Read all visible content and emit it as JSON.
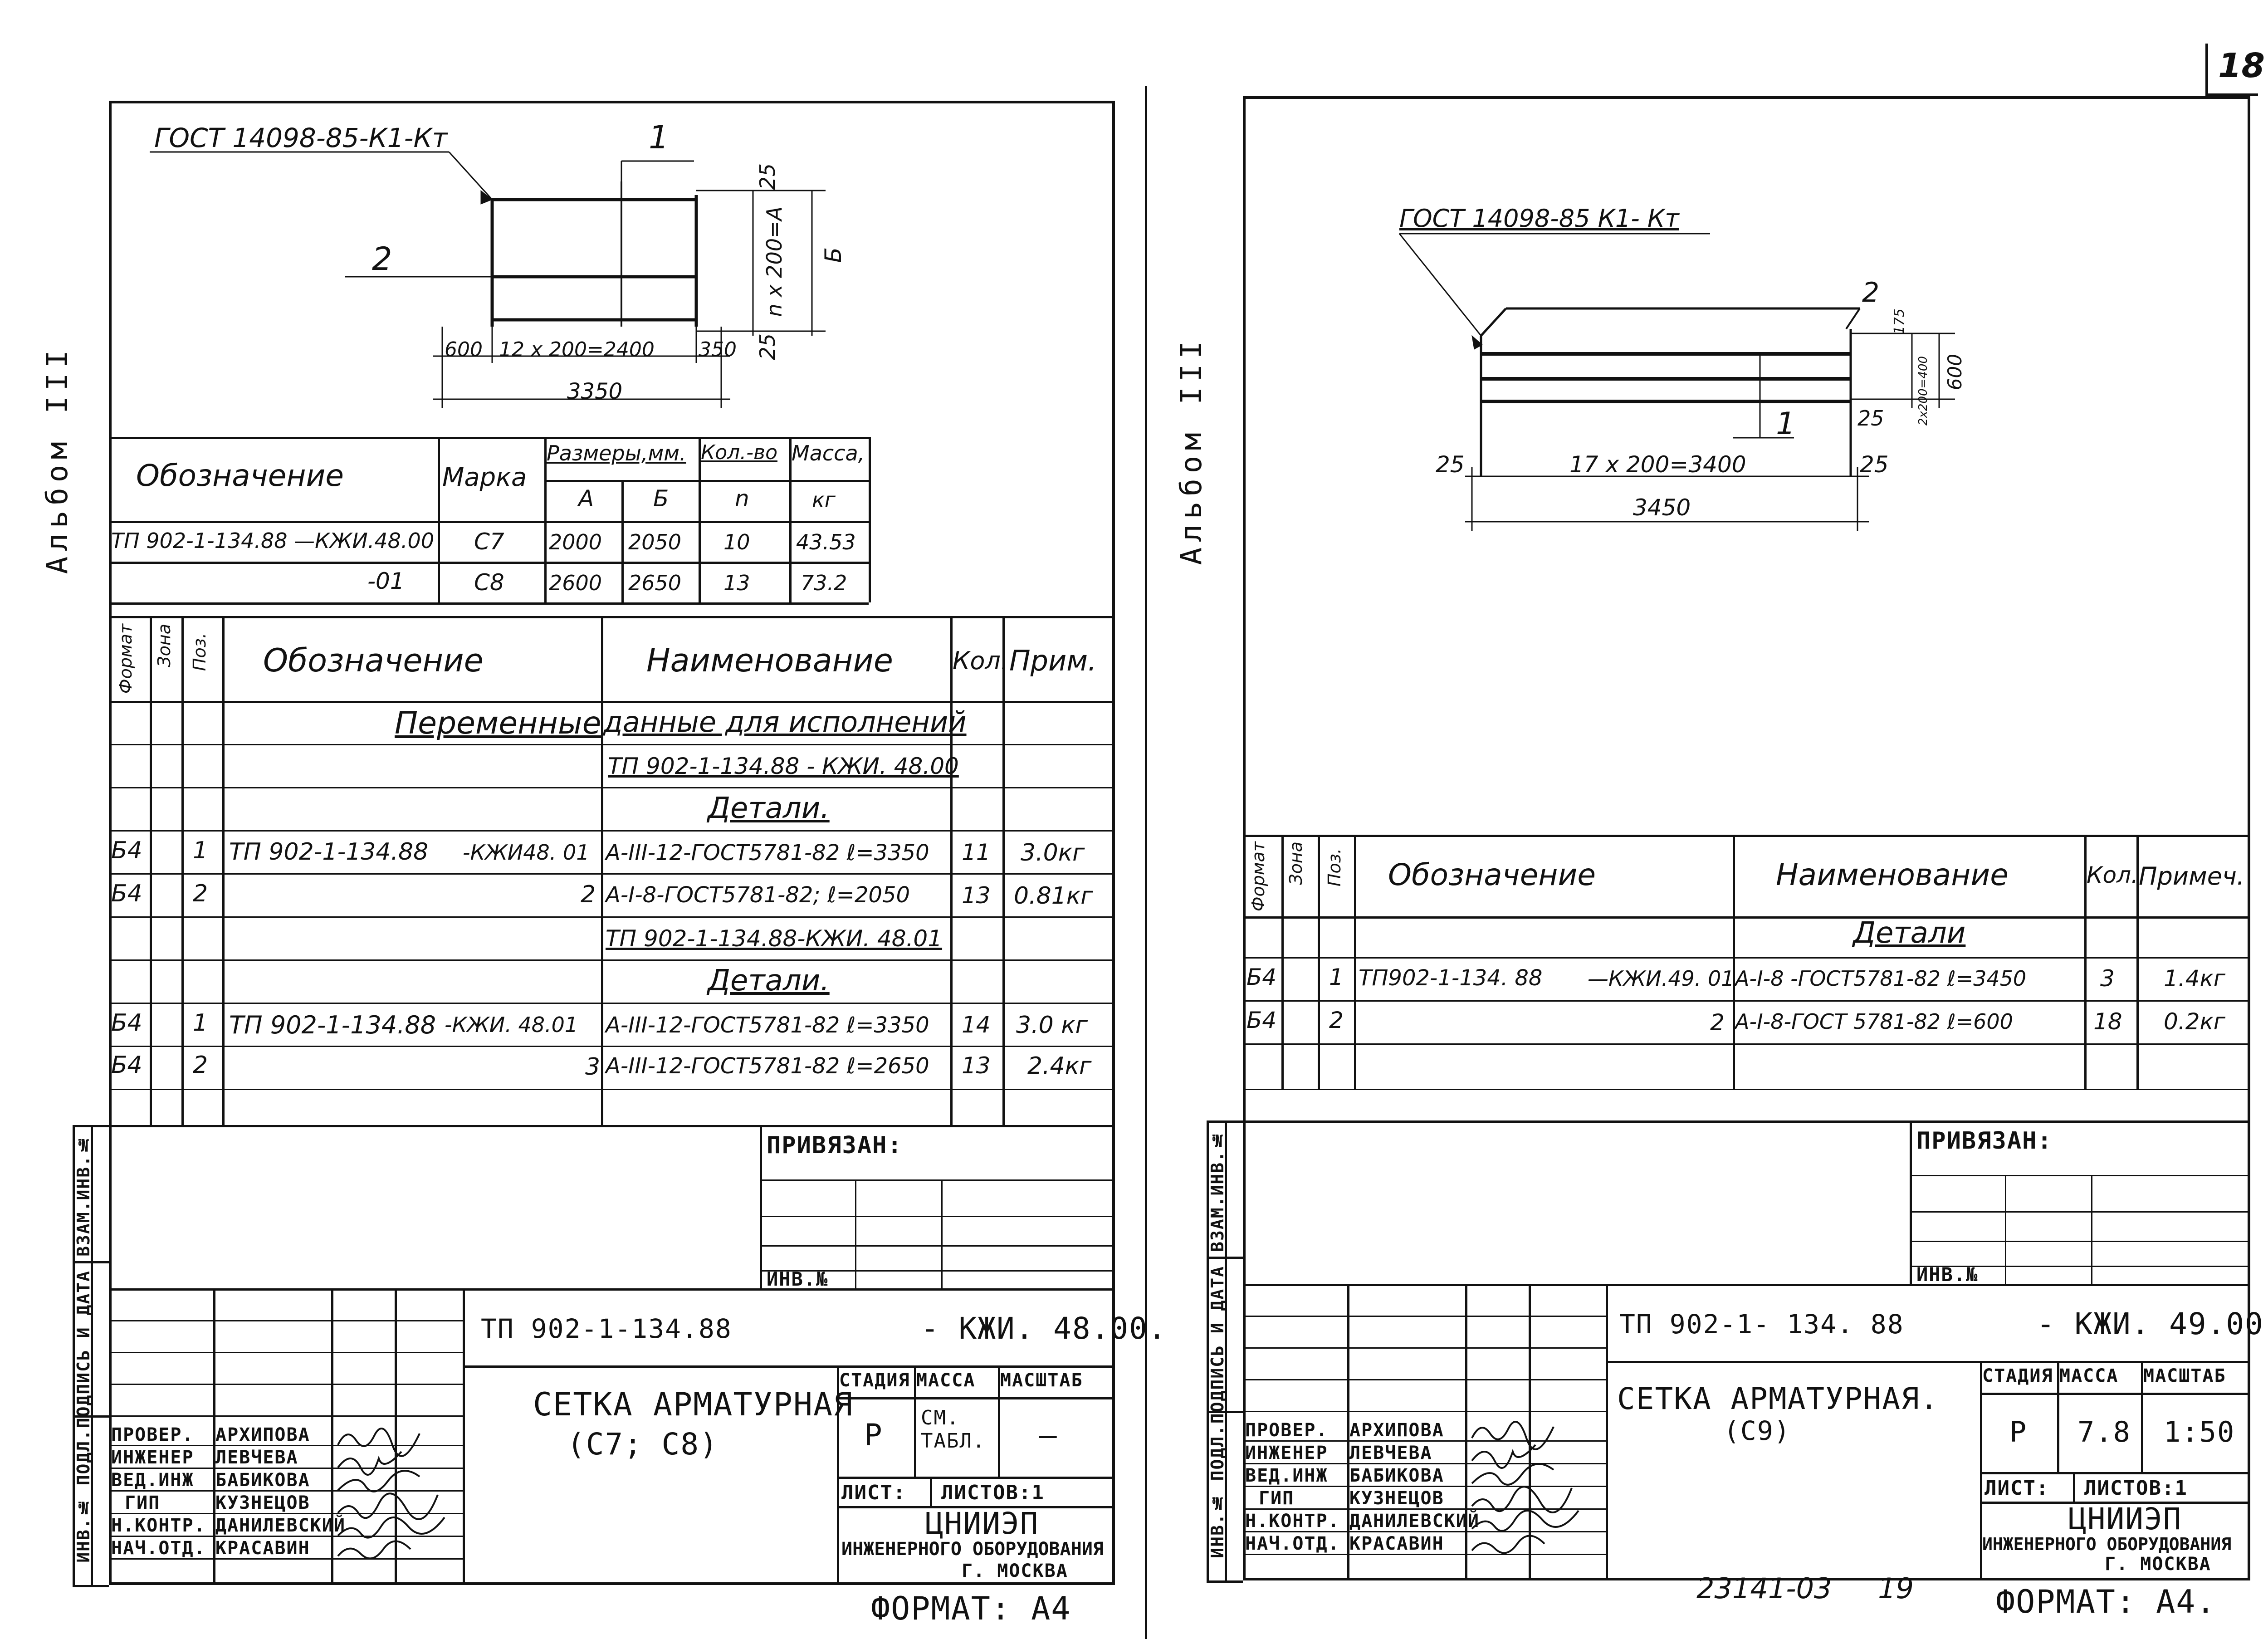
{
  "page_number": "18",
  "bottom_stamp": {
    "left": "23141-03",
    "right": "19"
  },
  "left": {
    "album": "Альбом III",
    "drawing": {
      "gost_label": "ГОСТ 14098-85-К1-Кт",
      "callout_1": "1",
      "callout_2": "2",
      "dim_top": "25",
      "dim_right_inner": "n x 200=А",
      "dim_right_outer": "Б",
      "dim_bottom_right": "25",
      "dim_600": "600",
      "dim_span": "12 x 200=2400",
      "dim_350": "350",
      "dim_total": "3350"
    },
    "top_table": {
      "h_designation": "Обозначение",
      "h_mark": "Марка",
      "h_sizes": "Размеры,мм.",
      "h_a": "А",
      "h_b": "Б",
      "h_count": "Кол.-во",
      "h_count_sub": "n",
      "h_mass": "Масса,",
      "h_mass_sub": "кг",
      "rows": [
        {
          "designation": "ТП 902-1-134.88 —КЖИ.48.00",
          "mark": "С7",
          "a": "2000",
          "b": "2050",
          "n": "10",
          "mass": "43.53"
        },
        {
          "designation": "-01",
          "mark": "С8",
          "a": "2600",
          "b": "2650",
          "n": "13",
          "mass": "73.2"
        }
      ]
    },
    "spec": {
      "h_format": "Формат",
      "h_zone": "Зона",
      "h_pos": "Поз.",
      "h_designation": "Обозначение",
      "h_name": "Наименование",
      "h_qty": "Кол.",
      "h_note": "Прим.",
      "var_left": "Переменные",
      "var_right": "данные для исполнений",
      "sub1": "ТП 902-1-134.88 - КЖИ. 48.00",
      "det1": "Детали.",
      "rows1": [
        {
          "format": "Б4",
          "pos": "1",
          "designation": "ТП 902-1-134.88",
          "suffix": "-КЖИ48. 01",
          "name": "А-III-12-ГОСТ5781-82 ℓ=3350",
          "qty": "11",
          "note": "3.0кг"
        },
        {
          "format": "Б4",
          "pos": "2",
          "designation": "",
          "suffix": "2",
          "name": "А-I-8-ГОСТ5781-82; ℓ=2050",
          "qty": "13",
          "note": "0.81кг"
        }
      ],
      "sub2": "ТП 902-1-134.88-КЖИ. 48.01",
      "det2": "Детали.",
      "rows2": [
        {
          "format": "Б4",
          "pos": "1",
          "designation": "ТП 902-1-134.88",
          "suffix": "-КЖИ. 48.01",
          "name": "А-III-12-ГОСТ5781-82 ℓ=3350",
          "qty": "14",
          "note": "3.0 кг"
        },
        {
          "format": "Б4",
          "pos": "2",
          "designation": "",
          "suffix": "3",
          "name": "А-III-12-ГОСТ5781-82 ℓ=2650",
          "qty": "13",
          "note": "2.4кг"
        }
      ]
    },
    "side_labels": [
      "ИНВ.№ ПОДЛ.",
      "ПОДПИСЬ И ДАТА",
      "ВЗАМ.ИНВ.№"
    ],
    "privyazan": "ПРИВЯЗАН:",
    "inv": "ИНВ.№",
    "title_block": {
      "code": "ТП 902-1-134.88",
      "code_suffix": "- КЖИ. 48.00.",
      "title": "СЕТКА АРМАТУРНАЯ",
      "subtitle": "(С7; С8)",
      "h_stage": "СТАДИЯ",
      "h_mass": "МАССА",
      "h_scale": "МАСШТАБ",
      "stage": "Р",
      "mass": "СМ. ТАБЛ.",
      "scale": "—",
      "sheet": "ЛИСТ:",
      "sheets": "ЛИСТОВ:1",
      "org1": "ЦНИИЭП",
      "org2": "ИНЖЕНЕРНОГО ОБОРУДОВАНИЯ",
      "org3": "Г. МОСКВА",
      "people": [
        {
          "role": "ПРОВЕР.",
          "name": "АРХИПОВА"
        },
        {
          "role": "ИНЖЕНЕР",
          "name": "ЛЕВЧЕВА"
        },
        {
          "role": "ВЕД.ИНЖ",
          "name": "БАБИКОВА"
        },
        {
          "role": "ГИП",
          "name": "КУЗНЕЦОВ"
        },
        {
          "role": "Н.КОНТР.",
          "name": "ДАНИЛЕВСКИЙ"
        },
        {
          "role": "НАЧ.ОТД.",
          "name": "КРАСАВИН"
        }
      ]
    },
    "format": "ФОРМАТ: А4"
  },
  "right": {
    "album": "Альбом III",
    "drawing": {
      "gost_label": "ГОСТ 14098-85 К1- Кт",
      "callout_1": "1",
      "callout_2": "2",
      "dim_175": "175",
      "dim_2x200": "2x200=400",
      "dim_600": "600",
      "dim_25_right": "25",
      "dim_25_left": "25",
      "dim_span": "17 x 200=3400",
      "dim_25_b": "25",
      "dim_total": "3450"
    },
    "spec": {
      "h_format": "Формат",
      "h_zone": "Зона",
      "h_pos": "Поз.",
      "h_designation": "Обозначение",
      "h_name": "Наименование",
      "h_qty": "Кол.",
      "h_note": "Примеч.",
      "det": "Детали",
      "rows": [
        {
          "format": "Б4",
          "pos": "1",
          "designation": "ТП902-1-134. 88",
          "suffix": "—КЖИ.49. 01",
          "name": "А-I-8 -ГОСТ5781-82 ℓ=3450",
          "qty": "3",
          "note": "1.4кг"
        },
        {
          "format": "Б4",
          "pos": "2",
          "designation": "",
          "suffix": "2",
          "name": "А-I-8-ГОСТ 5781-82 ℓ=600",
          "qty": "18",
          "note": "0.2кг"
        }
      ]
    },
    "side_labels": [
      "ИНВ.№ ПОДЛ.",
      "ПОДПИСЬ И ДАТА",
      "ВЗАМ.ИНВ.№"
    ],
    "privyazan": "ПРИВЯЗАН:",
    "inv": "ИНВ.№",
    "title_block": {
      "code": "ТП 902-1- 134. 88",
      "code_suffix": "- КЖИ. 49.00.",
      "title": "СЕТКА АРМАТУРНАЯ.",
      "subtitle": "(С9)",
      "h_stage": "СТАДИЯ",
      "h_mass": "МАССА",
      "h_scale": "МАСШТАБ",
      "stage": "Р",
      "mass": "7.8",
      "scale": "1:50",
      "sheet": "ЛИСТ:",
      "sheets": "ЛИСТОВ:1",
      "org1": "ЦНИИЭП",
      "org2": "ИНЖЕНЕРНОГО ОБОРУДОВАНИЯ",
      "org3": "Г. МОСКВА",
      "people": [
        {
          "role": "ПРОВЕР.",
          "name": "АРХИПОВА"
        },
        {
          "role": "ИНЖЕНЕР",
          "name": "ЛЕВЧЕВА"
        },
        {
          "role": "ВЕД.ИНЖ",
          "name": "БАБИКОВА"
        },
        {
          "role": "ГИП",
          "name": "КУЗНЕЦОВ"
        },
        {
          "role": "Н.КОНТР.",
          "name": "ДАНИЛЕВСКИЙ"
        },
        {
          "role": "НАЧ.ОТД.",
          "name": "КРАСАВИН"
        }
      ]
    },
    "format": "ФОРМАТ: А4."
  }
}
